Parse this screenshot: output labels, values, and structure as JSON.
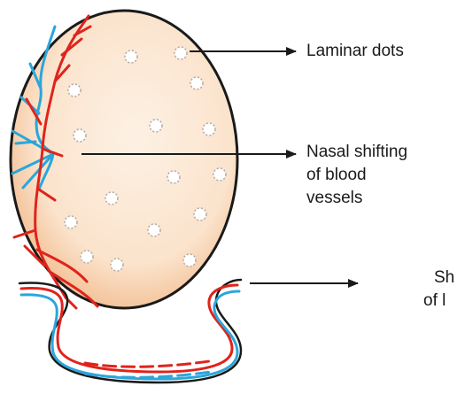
{
  "labels": {
    "laminar_dots": "Laminar dots",
    "nasal_shift_line1": "Nasal shifting",
    "nasal_shift_line2": "of blood",
    "nasal_shift_line3": "vessels",
    "cut_line1": "Sh",
    "cut_line2": "of l"
  },
  "colors": {
    "disc_fill_center": "#fdeedd",
    "disc_fill_edge": "#f4c89f",
    "outline": "#1a1a1a",
    "artery": "#e0231c",
    "vein": "#2aa6dc",
    "dot_stroke": "#b8b0a8"
  }
}
